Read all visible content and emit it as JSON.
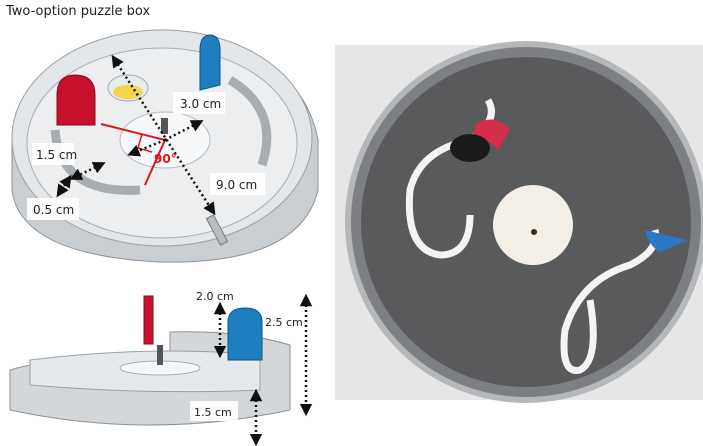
{
  "title": "Two-option puzzle box",
  "top_view": {
    "labels": {
      "center_radius": "3.0 cm",
      "corridor_width": "1.5 cm",
      "angle": "90°",
      "diameter": "9.0 cm",
      "wall_gap": "0.5 cm"
    }
  },
  "side_view": {
    "labels": {
      "door_height": "2.0 cm",
      "total_height": "2.5 cm",
      "base_height": "1.5 cm"
    }
  },
  "colors": {
    "red_door": "#c8102e",
    "blue_door": "#1e7fc0",
    "yellow_reward": "#f2d54a",
    "angle_marker": "#e0141e",
    "box_gray": "#d9dde0"
  }
}
